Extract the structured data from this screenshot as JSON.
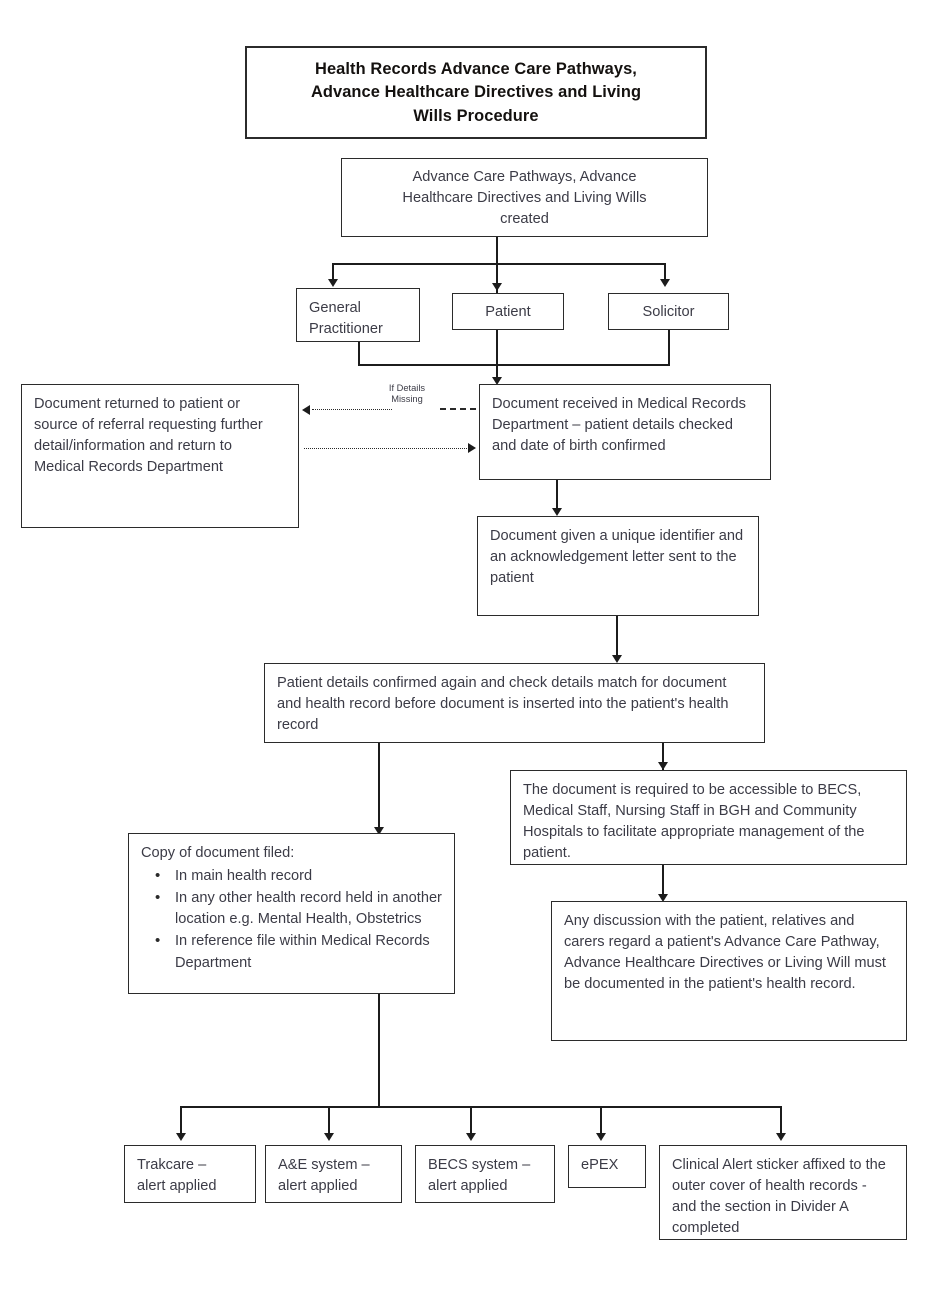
{
  "document": {
    "kind": "flowchart",
    "title": "Health Records Advance Care Pathways, Advance Healthcare Directives and Living Wills Procedure"
  },
  "nodes": {
    "title": {
      "line1": "Health Records Advance Care Pathways,",
      "line2": "Advance Healthcare Directives and Living",
      "line3": "Wills Procedure"
    },
    "created": {
      "line1": "Advance Care Pathways, Advance",
      "line2": "Healthcare Directives and Living Wills",
      "line3": "created"
    },
    "gp": {
      "line1": "General",
      "line2": "Practitioner"
    },
    "patient": {
      "label": "Patient"
    },
    "solicitor": {
      "label": "Solicitor"
    },
    "returned": {
      "text": "Document returned to patient or source of referral requesting further detail/information and return to Medical Records Department"
    },
    "received": {
      "text": "Document received in Medical Records Department – patient details checked and date of birth confirmed"
    },
    "unique_id": {
      "text": "Document given a unique identifier and an acknowledgement letter sent to the patient"
    },
    "confirm_again": {
      "text": "Patient details confirmed again and check details match for document and health record before document is inserted into the patient's health record"
    },
    "accessible": {
      "text": "The document is required to be accessible to BECS, Medical Staff, Nursing Staff in BGH and Community Hospitals to facilitate appropriate management of the patient."
    },
    "discussion": {
      "text": "Any discussion with the patient, relatives and carers regard a patient's Advance Care Pathway, Advance Healthcare Directives or Living Will must be documented in the patient's health record."
    },
    "copy_filed": {
      "heading": "Copy of document filed:",
      "bullets": [
        "In main health record",
        "In any other health record held in another location e.g. Mental Health, Obstetrics",
        "In reference file within Medical Records Department"
      ]
    },
    "trakcare": {
      "line1": "Trakcare –",
      "line2": "alert applied"
    },
    "ae_system": {
      "line1": "A&E system –",
      "line2": "alert applied"
    },
    "becs_system": {
      "line1": "BECS system –",
      "line2": "alert applied"
    },
    "epex": {
      "label": "ePEX"
    },
    "clinical_alert": {
      "text": "Clinical Alert sticker affixed to the outer cover of health records - and the section in Divider A completed"
    }
  },
  "edges": {
    "if_details_missing": {
      "line1": "If Details",
      "line2": "Missing"
    }
  },
  "colors": {
    "page_background": "#ffffff",
    "box_border": "#2b2b2b",
    "body_text": "#3b3b46",
    "title_text": "#14110f",
    "connector": "#1c1c1c"
  }
}
